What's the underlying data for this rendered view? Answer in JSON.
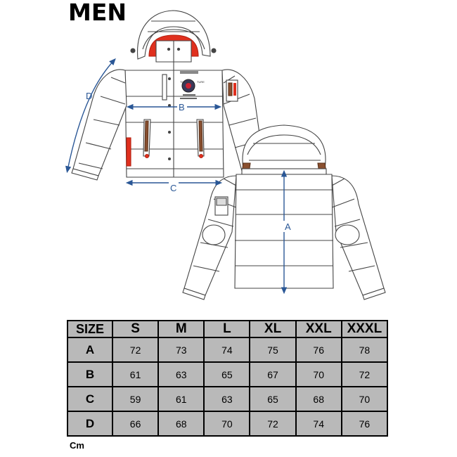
{
  "title": "MEN",
  "dimension_labels": {
    "a": "A",
    "b": "B",
    "c": "C",
    "d": "D"
  },
  "badge_text": {
    "line1": "THE WI",
    "line2": "TURE"
  },
  "colors": {
    "dimension_line": "#2a5796",
    "accent_red": "#e0301e",
    "outline": "#444444",
    "table_cell": "#b9b9b9",
    "table_border": "#000000"
  },
  "size_table": {
    "header": [
      "SIZE",
      "S",
      "M",
      "L",
      "XL",
      "XXL",
      "XXXL"
    ],
    "rows": [
      {
        "label": "A",
        "values": [
          "72",
          "73",
          "74",
          "75",
          "76",
          "78"
        ]
      },
      {
        "label": "B",
        "values": [
          "61",
          "63",
          "65",
          "67",
          "70",
          "72"
        ]
      },
      {
        "label": "C",
        "values": [
          "59",
          "61",
          "63",
          "65",
          "68",
          "70"
        ]
      },
      {
        "label": "D",
        "values": [
          "66",
          "68",
          "70",
          "72",
          "74",
          "76"
        ]
      }
    ]
  },
  "unit": "Cm"
}
